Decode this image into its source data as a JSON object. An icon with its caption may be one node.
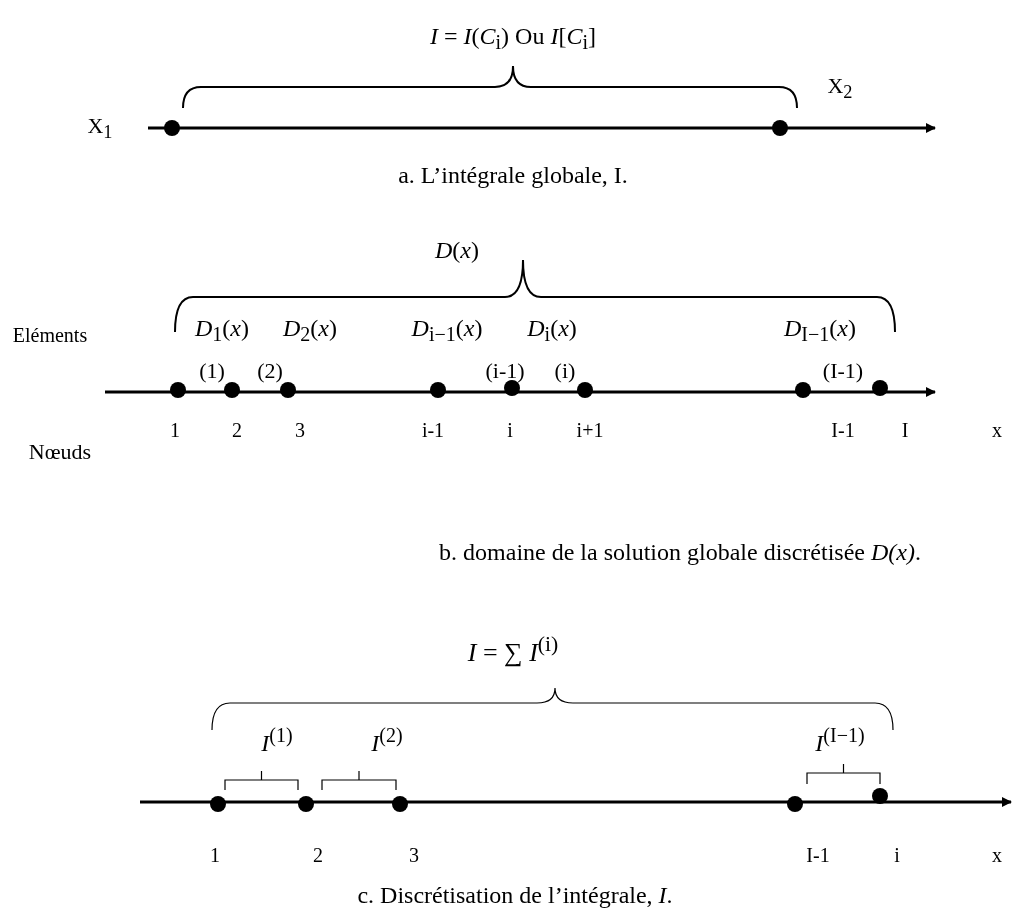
{
  "diagram": {
    "labels": [
      "*I* = *I*(*C*$_{i}$) Ou *I*[*C*$_{i}$]",
      "X$_{1}$",
      "X$_{2}$",
      "a. L’intégrale globale, I.",
      "*D*(*x*)",
      "Eléments",
      "*D*$_{1}$(*x*)",
      "*D*$_{2}$(*x*)",
      "*D*$_{i−1}$(*x*)",
      "*D*$_{i}$(*x*)",
      "*D*$_{I−1}$(*x*)",
      "(1)",
      "(2)",
      "(i-1)",
      "(i)",
      "(I-1)",
      "1",
      "2",
      "3",
      "i-1",
      "i",
      "i+1",
      "I-1",
      "I",
      "x",
      "Nœuds",
      "b. domaine de la solution globale discrétisée *D(x)*.",
      "*I* = ∑ *I*$^{(i)}$",
      "*I*$^{(1)}$",
      "*I*$^{(2)}$",
      "*I*$^{(I−1)}$",
      "1",
      "2",
      "3",
      "I-1",
      "i",
      "x",
      "c. Discrétisation de l’intégrale, *I*."
    ]
  }
}
